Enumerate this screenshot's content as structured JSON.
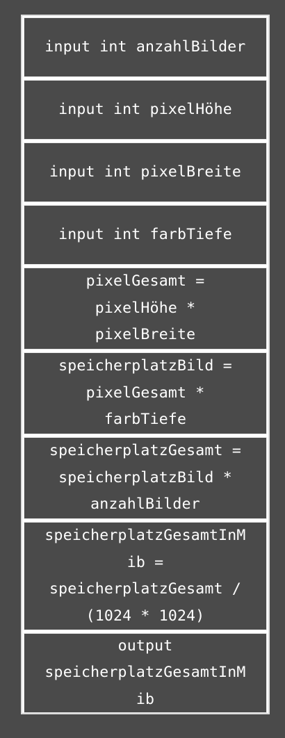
{
  "steps": [
    "input int anzahlBilder",
    "input int pixelHöhe",
    "input int pixelBreite",
    "input int farbTiefe",
    "pixelGesamt =\npixelHöhe *\npixelBreite",
    "speicherplatzBild =\npixelGesamt *\nfarbTiefe",
    "speicherplatzGesamt =\nspeicherplatzBild *\nanzahlBilder",
    "speicherplatzGesamtInM\nib =\nspeicherplatzGesamt /\n(1024 * 1024)",
    "output\nspeicherplatzGesamtInM\nib"
  ]
}
